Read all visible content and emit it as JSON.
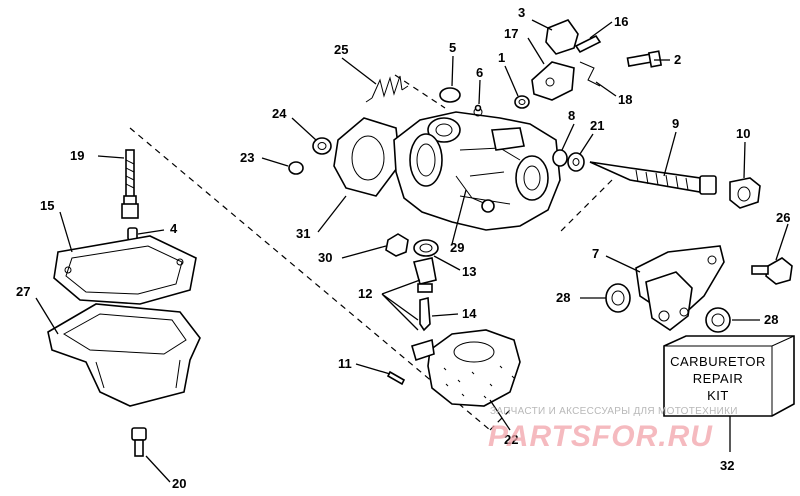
{
  "callouts": {
    "c1": "1",
    "c2": "2",
    "c3": "3",
    "c4": "4",
    "c5": "5",
    "c6": "6",
    "c7": "7",
    "c8": "8",
    "c9": "9",
    "c10": "10",
    "c11": "11",
    "c12": "12",
    "c13": "13",
    "c14": "14",
    "c15": "15",
    "c16": "16",
    "c17": "17",
    "c18": "18",
    "c19": "19",
    "c20": "20",
    "c21": "21",
    "c22": "22",
    "c23": "23",
    "c24": "24",
    "c25": "25",
    "c26": "26",
    "c27": "27",
    "c28a": "28",
    "c28b": "28",
    "c29": "29",
    "c30": "30",
    "c31": "31",
    "c32": "32"
  },
  "kit": {
    "line1": "CARBURETOR",
    "line2": "REPAIR",
    "line3": "KIT"
  },
  "watermark": {
    "tagline": "ЗАПЧАСТИ И АКСЕССУАРЫ ДЛЯ МОТОТЕХНИКИ",
    "logo": "PARTSFOR.RU"
  },
  "colors": {
    "ink": "#000000",
    "watermark_logo": "#f2a3aa",
    "watermark_text": "#b8b8b8"
  }
}
